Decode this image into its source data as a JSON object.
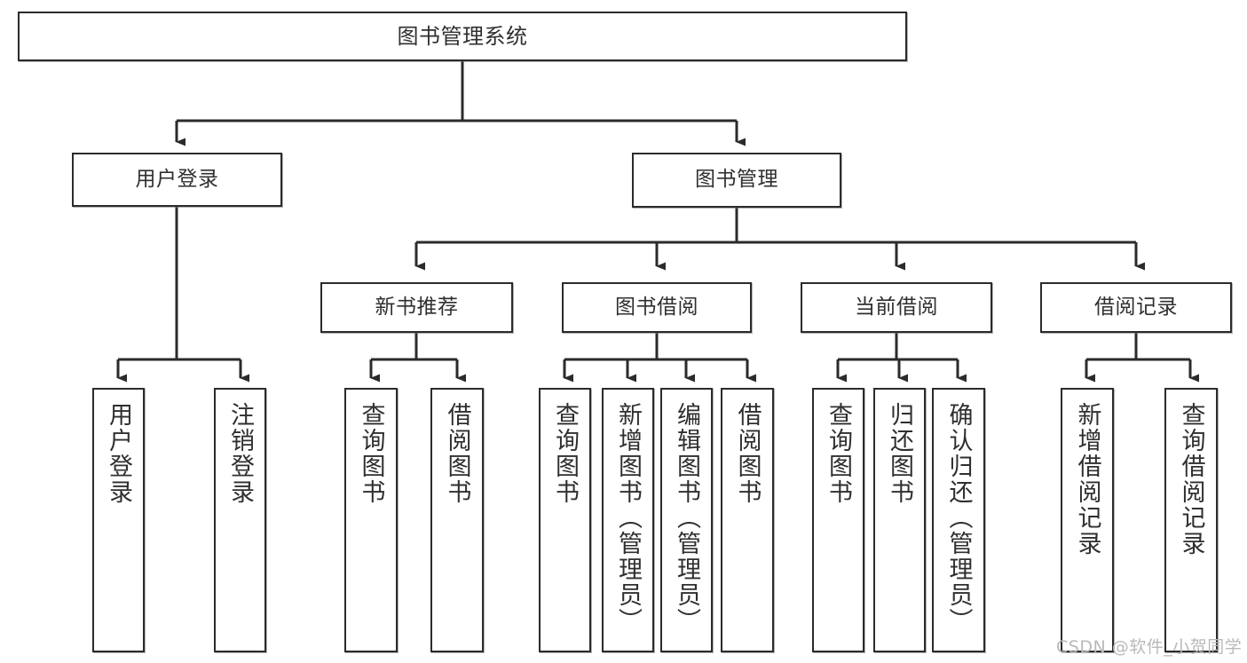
{
  "diagram": {
    "title": "图书管理系统",
    "watermark": "CSDN @软件_小贺同学",
    "nodes": {
      "root": "图书管理系统",
      "user_login": "用户登录",
      "book_manage": "图书管理",
      "new_book_recommend": "新书推荐",
      "book_borrow": "图书借阅",
      "current_borrow": "当前借阅",
      "borrow_record": "借阅记录",
      "leaf_user_login": "用户登录",
      "leaf_logout_login": "注销登录",
      "leaf_query_book_1": "查询图书",
      "leaf_borrow_book_1": "借阅图书",
      "leaf_query_book_2": "查询图书",
      "leaf_add_book_admin": "新增图书（管理员）",
      "leaf_edit_book_admin": "编辑图书（管理员）",
      "leaf_borrow_book_2": "借阅图书",
      "leaf_query_book_3": "查询图书",
      "leaf_return_book": "归还图书",
      "leaf_confirm_return_admin": "确认归还（管理员）",
      "leaf_add_borrow_record": "新增借阅记录",
      "leaf_query_borrow_record": "查询借阅记录"
    },
    "colors": {
      "stroke": "#2b2b2b",
      "text": "#2f2f2f",
      "background": "#ffffff",
      "watermark": "#b9b9b9"
    }
  }
}
